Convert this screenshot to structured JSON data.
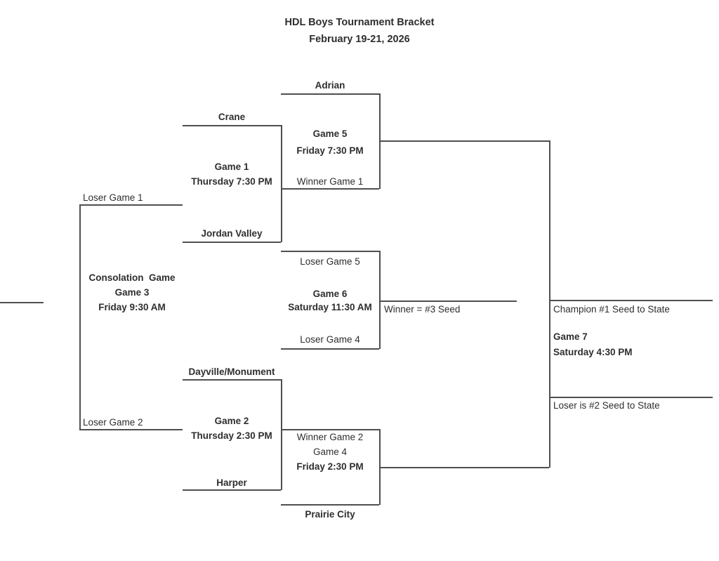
{
  "header": {
    "title": "HDL Boys Tournament Bracket",
    "date": "February 19-21, 2026"
  },
  "bracket": {
    "game1": {
      "top_team": "Crane",
      "label": "Game 1",
      "time": "Thursday 7:30 PM",
      "bottom_team": "Jordan Valley"
    },
    "game2": {
      "top_team": "Dayville/Monument",
      "label": "Game 2",
      "time": "Thursday 2:30 PM",
      "bottom_team": "Harper"
    },
    "game3": {
      "top_slot": "Loser Game 1",
      "title": "Consolation  Game",
      "label": "Game 3",
      "time": "Friday 9:30 AM",
      "bottom_slot": "Loser Game 2"
    },
    "game4": {
      "top_slot": "Winner Game 2",
      "label": "Game 4",
      "time": "Friday 2:30 PM",
      "bottom_team": "Prairie City"
    },
    "game5": {
      "top_team": "Adrian",
      "label": "Game 5",
      "time": "Friday 7:30 PM",
      "bottom_slot": "Winner Game 1"
    },
    "game6": {
      "top_slot": "Loser Game 5",
      "label": "Game 6",
      "time": "Saturday 11:30 AM",
      "bottom_slot": "Loser Game 4",
      "outcome": "Winner = #3 Seed"
    },
    "game7": {
      "label": "Game 7",
      "time": "Saturday 4:30 PM",
      "champion": "Champion #1 Seed to State",
      "runner_up": "Loser is #2 Seed to State"
    }
  }
}
